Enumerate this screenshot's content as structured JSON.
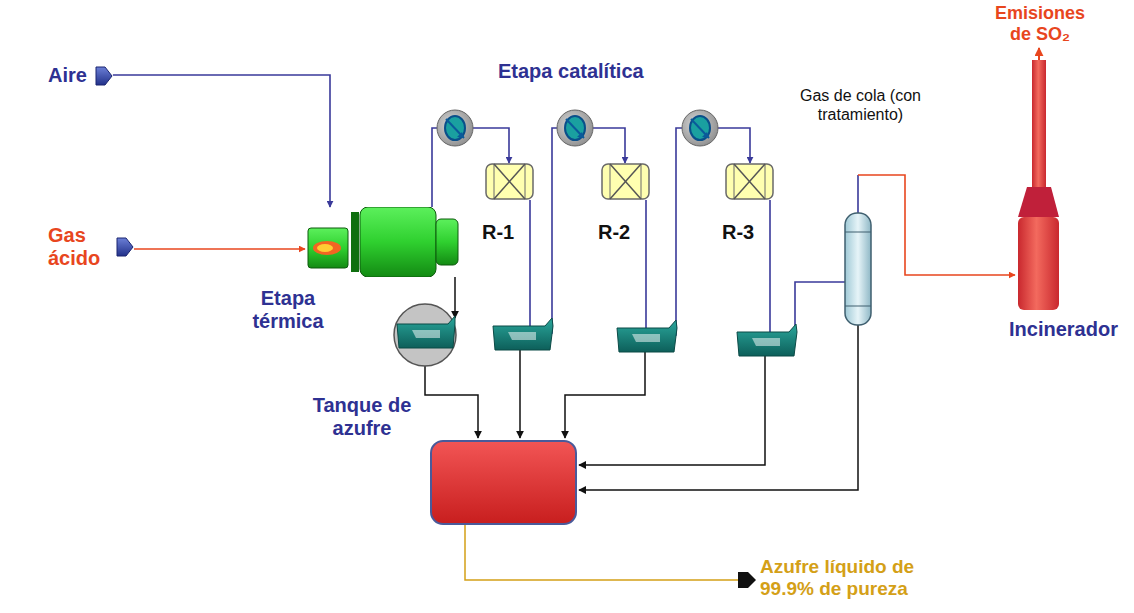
{
  "diagram": {
    "nodes": [
      {
        "text": [
          "Aire"
        ]
      },
      {
        "text": [
          "Gas ácido"
        ]
      },
      {
        "text": [
          "Etapa térmica"
        ]
      },
      {
        "text": [
          "R-1"
        ]
      },
      {
        "text": [
          "R-2"
        ]
      },
      {
        "text": [
          "R-3"
        ]
      },
      {
        "text": [
          "Incinerador"
        ]
      },
      {
        "text": [
          "Tanque de azufre"
        ]
      }
    ],
    "edges": [
      {
        "from": 0,
        "to": 2,
        "arrow": "to"
      },
      {
        "from": 1,
        "to": 2,
        "arrow": "to"
      },
      {
        "from": 2,
        "to": 3,
        "arrow": "to"
      },
      {
        "from": 3,
        "to": 4,
        "arrow": "to"
      },
      {
        "from": 4,
        "to": 5,
        "arrow": "to"
      },
      {
        "from": 5,
        "to": 6,
        "arrow": "to",
        "label": "Gas de cola (con tratamiento)"
      }
    ],
    "labels": [
      "Etapa catalítica",
      "Emisiones de SO₂",
      "Azufre líquido de 99.9% de pureza"
    ]
  }
}
